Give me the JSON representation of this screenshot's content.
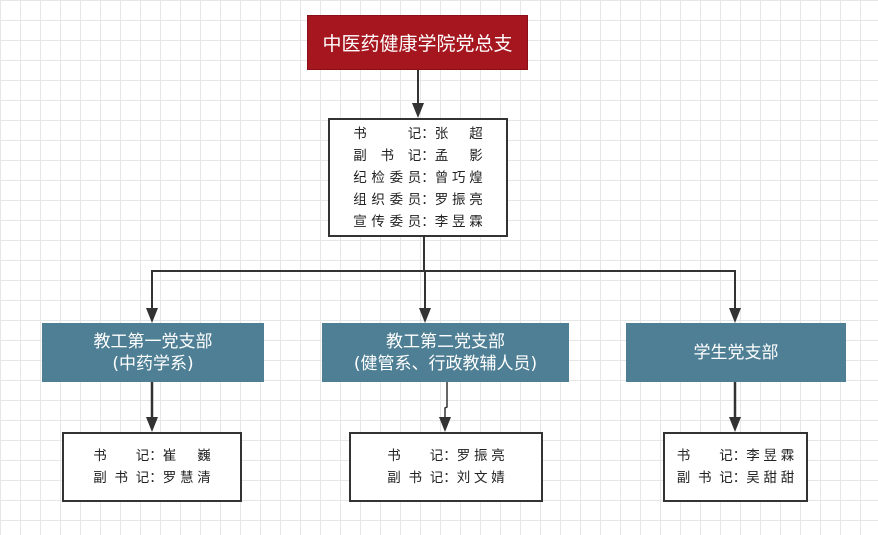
{
  "root": {
    "title": "中医药健康学院党总支"
  },
  "leadership": {
    "rows": [
      {
        "role": "书记",
        "sep": "：",
        "name": "张超"
      },
      {
        "role": "副书记",
        "sep": "：",
        "name": "孟影"
      },
      {
        "role": "纪检委员",
        "sep": "：",
        "name": "曾巧煌"
      },
      {
        "role": "组织委员",
        "sep": "：",
        "name": "罗振亮"
      },
      {
        "role": "宣传委员",
        "sep": "：",
        "name": "李昱霖"
      }
    ]
  },
  "branches": [
    {
      "title": "教工第一党支部",
      "subtitle": "(中药学系)",
      "members": [
        {
          "role": "书记",
          "sep": "：",
          "name": "崔巍"
        },
        {
          "role": "副书记",
          "sep": "：",
          "name": "罗慧清"
        }
      ]
    },
    {
      "title": "教工第二党支部",
      "subtitle": "(健管系、行政教辅人员)",
      "members": [
        {
          "role": "书记",
          "sep": "：",
          "name": "罗振亮"
        },
        {
          "role": "副书记",
          "sep": "：",
          "name": "刘文婧"
        }
      ]
    },
    {
      "title": "学生党支部",
      "subtitle": "",
      "members": [
        {
          "role": "书记",
          "sep": "：",
          "name": "李昱霖"
        },
        {
          "role": "副书记",
          "sep": "：",
          "name": "吴甜甜"
        }
      ]
    }
  ],
  "colors": {
    "root_fill": "#a5161f",
    "branch_fill": "#4e7f95",
    "connector": "#333333"
  }
}
